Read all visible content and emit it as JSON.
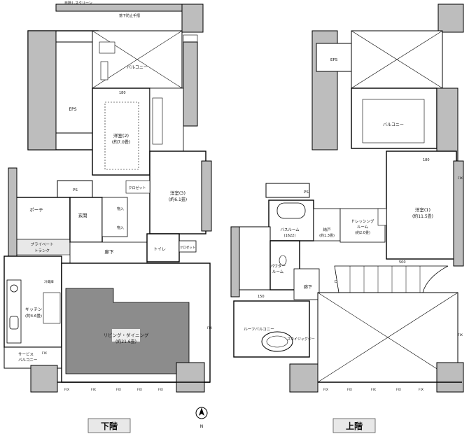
{
  "lower": {
    "label": "下階",
    "rooms": {
      "window_screen": "目隠しスクリーン",
      "upper_ceiling_top": "落下防止手摺",
      "balcony": "バルコニー",
      "eps": "EPS",
      "bedroom2_line1": "洋室(2)",
      "bedroom2_line2": "(約7.0畳)",
      "bedroom3_line1": "洋室(3)",
      "bedroom3_line2": "(約6.1畳)",
      "ps": "PS",
      "porch": "ポーチ",
      "private_trunk_1": "プライベート",
      "private_trunk_2": "トランク",
      "entrance": "玄関",
      "hall": "廊下",
      "toilet": "トイレ",
      "closet": "クロゼット",
      "closet2": "クロゼット",
      "storage": "物入",
      "storage2": "物入",
      "kitchen_line1": "キッチン",
      "kitchen_line2": "(約4.6畳)",
      "living_line1": "リビング・ダイニング",
      "living_line2": "(約21.6畳)",
      "service_balcony_1": "サービス",
      "service_balcony_2": "バルコニー",
      "dim_180": "180",
      "fridge": "冷蔵庫"
    },
    "fix_labels": [
      "FIX",
      "FIX",
      "FIX",
      "FIX",
      "FIX",
      "FIX",
      "FIX"
    ]
  },
  "upper": {
    "label": "上階",
    "rooms": {
      "eps": "EPS",
      "balcony": "バルコニー",
      "bedroom1_line1": "洋室(1)",
      "bedroom1_line2": "(約11.5畳)",
      "bath_line1": "バスルーム",
      "bath_line2": "(1622)",
      "storage_line1": "納戸",
      "storage_line2": "(約1.3畳)",
      "dressing_line1": "ドレッシング",
      "dressing_line2": "ルーム",
      "dressing_line3": "(約2.0畳)",
      "powder_line1": "パウダー",
      "powder_line2": "ルーム",
      "hall": "廊下",
      "roof_balcony": "ルーフバルコニー",
      "sky_jacuzzi": "スカイジャグジー",
      "ps": "PS",
      "dim_500": "500",
      "dim_180": "180",
      "dim_150": "150",
      "dn": "DN"
    },
    "fix_labels": [
      "FIX",
      "FIX",
      "FIX",
      "FIX",
      "FIX",
      "FIX",
      "FIX"
    ]
  },
  "compass": {
    "north": "N"
  },
  "colors": {
    "wall": "#bdbdbd",
    "living_floor": "#8c8c8c",
    "label_box": "#e8e8e8"
  }
}
